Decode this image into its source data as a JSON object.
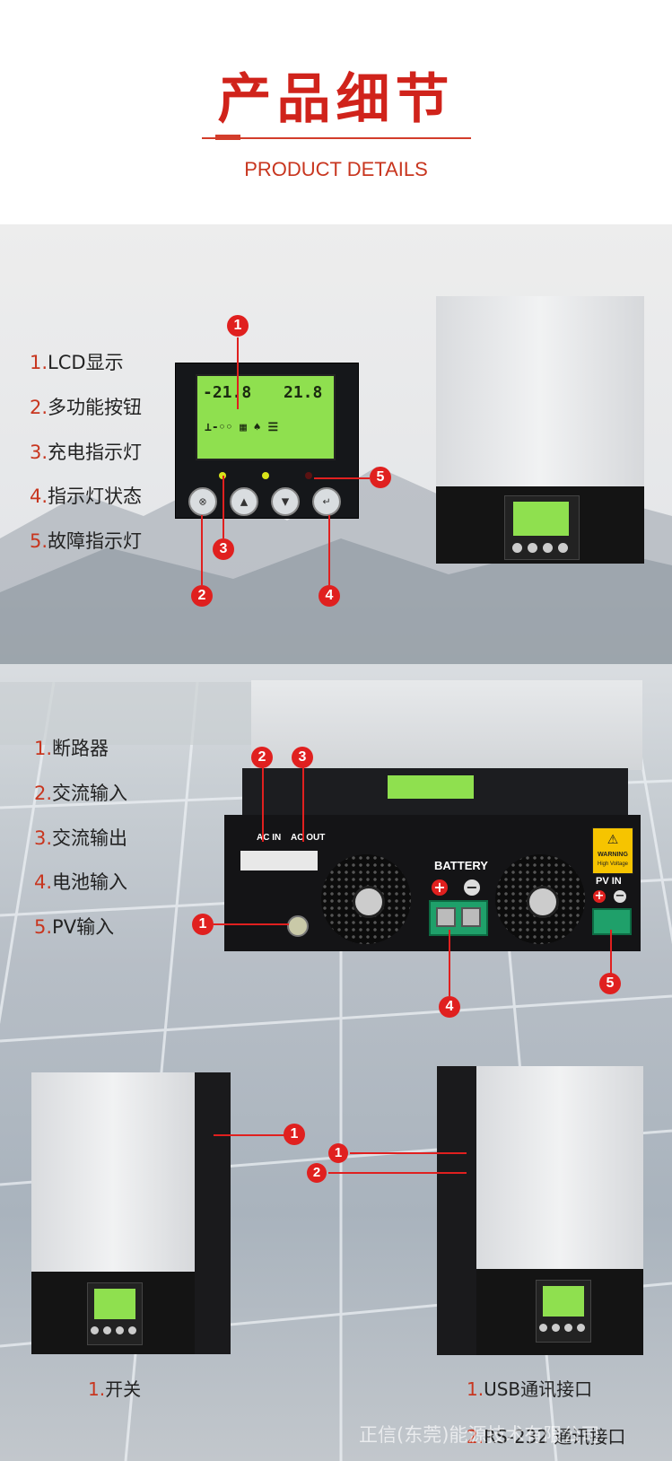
{
  "header": {
    "title_cn": "产品细节",
    "title_en": "PRODUCT DETAILS"
  },
  "colors": {
    "accent_red": "#c8361f",
    "callout_red": "#e0201f",
    "lcd_green": "#8fe04f"
  },
  "section_lcd": {
    "items": [
      {
        "num": "1.",
        "label": "LCD显示"
      },
      {
        "num": "2.",
        "label": "多功能按钮"
      },
      {
        "num": "3.",
        "label": "充电指示灯"
      },
      {
        "num": "4.",
        "label": "指示灯状态"
      },
      {
        "num": "5.",
        "label": "故障指示灯"
      }
    ],
    "screen_left": "-21.8",
    "screen_right": "21.8",
    "callouts": [
      "1",
      "2",
      "3",
      "4",
      "5"
    ]
  },
  "section_rear": {
    "items": [
      {
        "num": "1.",
        "label": "断路器"
      },
      {
        "num": "2.",
        "label": "交流输入"
      },
      {
        "num": "3.",
        "label": "交流输出"
      },
      {
        "num": "4.",
        "label": "电池输入"
      },
      {
        "num": "5.",
        "label": "PV输入"
      }
    ],
    "battery_label": "BATTERY",
    "pv_in_label": "PV IN",
    "ac_in_label": "AC IN",
    "ac_out_label": "AC OUT",
    "warning_title": "WARNING",
    "warning_sub": "High Voltage",
    "callouts": [
      "1",
      "2",
      "3",
      "4",
      "5"
    ]
  },
  "section_sides": {
    "left_callouts": [
      "1"
    ],
    "right_callouts": [
      "1",
      "2"
    ],
    "left_caption": {
      "num": "1.",
      "label": "开关"
    },
    "right_captions": [
      {
        "num": "1.",
        "label": "USB通讯接口"
      },
      {
        "num": "2.",
        "label": "RS-232 通讯接口"
      }
    ]
  },
  "watermark": "正信(东莞)能源技术有限公司"
}
